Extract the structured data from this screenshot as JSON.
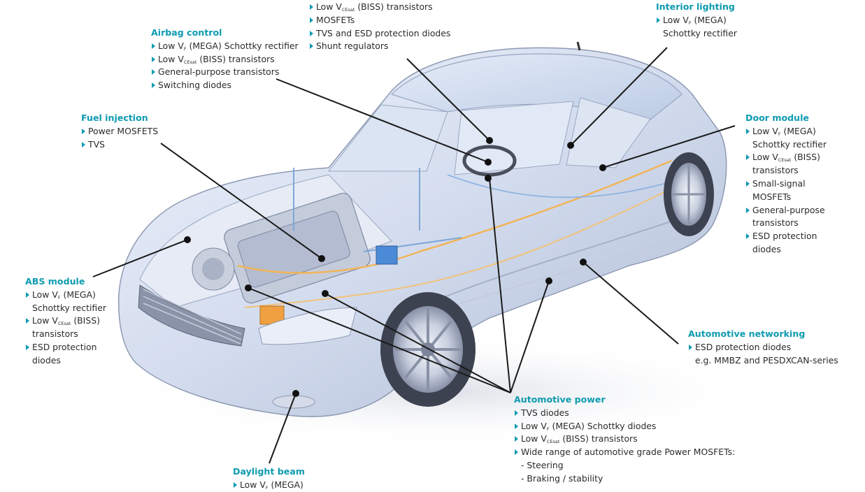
{
  "groups": {
    "top": {
      "items": [
        {
          "pre": "Low V",
          "sub": "CEsat",
          "post": " (BISS) transistors"
        },
        {
          "pre": "MOSFETs"
        },
        {
          "pre": "TVS and ESD protection diodes"
        },
        {
          "pre": "Shunt regulators"
        }
      ]
    },
    "airbag": {
      "title": "Airbag control",
      "items": [
        {
          "pre": "Low V",
          "sub": "F",
          "post": " (MEGA) Schottky rectifier"
        },
        {
          "pre": "Low V",
          "sub": "CEsat",
          "post": " (BISS) transistors"
        },
        {
          "pre": "General-purpose transistors"
        },
        {
          "pre": "Switching diodes"
        }
      ]
    },
    "interior": {
      "title": "Interior lighting",
      "items": [
        {
          "pre": "Low V",
          "sub": "F",
          "post": " (MEGA)"
        },
        {
          "pre": "Schottky rectifier",
          "cont": true
        }
      ]
    },
    "fuel": {
      "title": "Fuel injection",
      "items": [
        {
          "pre": "Power MOSFETS"
        },
        {
          "pre": "TVS"
        }
      ]
    },
    "door": {
      "title": "Door module",
      "items": [
        {
          "pre": "Low V",
          "sub": "F",
          "post": " (MEGA)"
        },
        {
          "pre": "Schottky rectifier",
          "cont": true
        },
        {
          "pre": "Low V",
          "sub": "CEsat",
          "post": " (BISS)"
        },
        {
          "pre": "transistors",
          "cont": true
        },
        {
          "pre": "Small-signal"
        },
        {
          "pre": "MOSFETs",
          "cont": true
        },
        {
          "pre": "General-purpose"
        },
        {
          "pre": "transistors",
          "cont": true
        },
        {
          "pre": "ESD protection"
        },
        {
          "pre": "diodes",
          "cont": true
        }
      ]
    },
    "abs": {
      "title": "ABS module",
      "items": [
        {
          "pre": "Low V",
          "sub": "F",
          "post": " (MEGA)"
        },
        {
          "pre": "Schottky rectifier",
          "cont": true
        },
        {
          "pre": "Low V",
          "sub": "CEsat",
          "post": " (BISS)"
        },
        {
          "pre": "transistors",
          "cont": true
        },
        {
          "pre": "ESD protection"
        },
        {
          "pre": "diodes",
          "cont": true
        }
      ]
    },
    "networking": {
      "title": "Automotive networking",
      "items": [
        {
          "pre": "ESD protection diodes"
        },
        {
          "pre": "e.g. MMBZ and PESDXCAN-series",
          "cont": true
        }
      ]
    },
    "power": {
      "title": "Automotive power",
      "items": [
        {
          "pre": "TVS diodes"
        },
        {
          "pre": "Low V",
          "sub": "F",
          "post": " (MEGA) Schottky diodes"
        },
        {
          "pre": "Low V",
          "sub": "CEsat",
          "post": " (BISS) transistors"
        },
        {
          "pre": "Wide range of automotive grade Power MOSFETs:"
        },
        {
          "pre": "- Steering",
          "sub_item": true
        },
        {
          "pre": "- Braking / stability",
          "sub_item": true
        }
      ]
    },
    "daylight": {
      "title": "Daylight beam",
      "items": [
        {
          "pre": "Low V",
          "sub": "F",
          "post": " (MEGA)"
        }
      ]
    }
  }
}
